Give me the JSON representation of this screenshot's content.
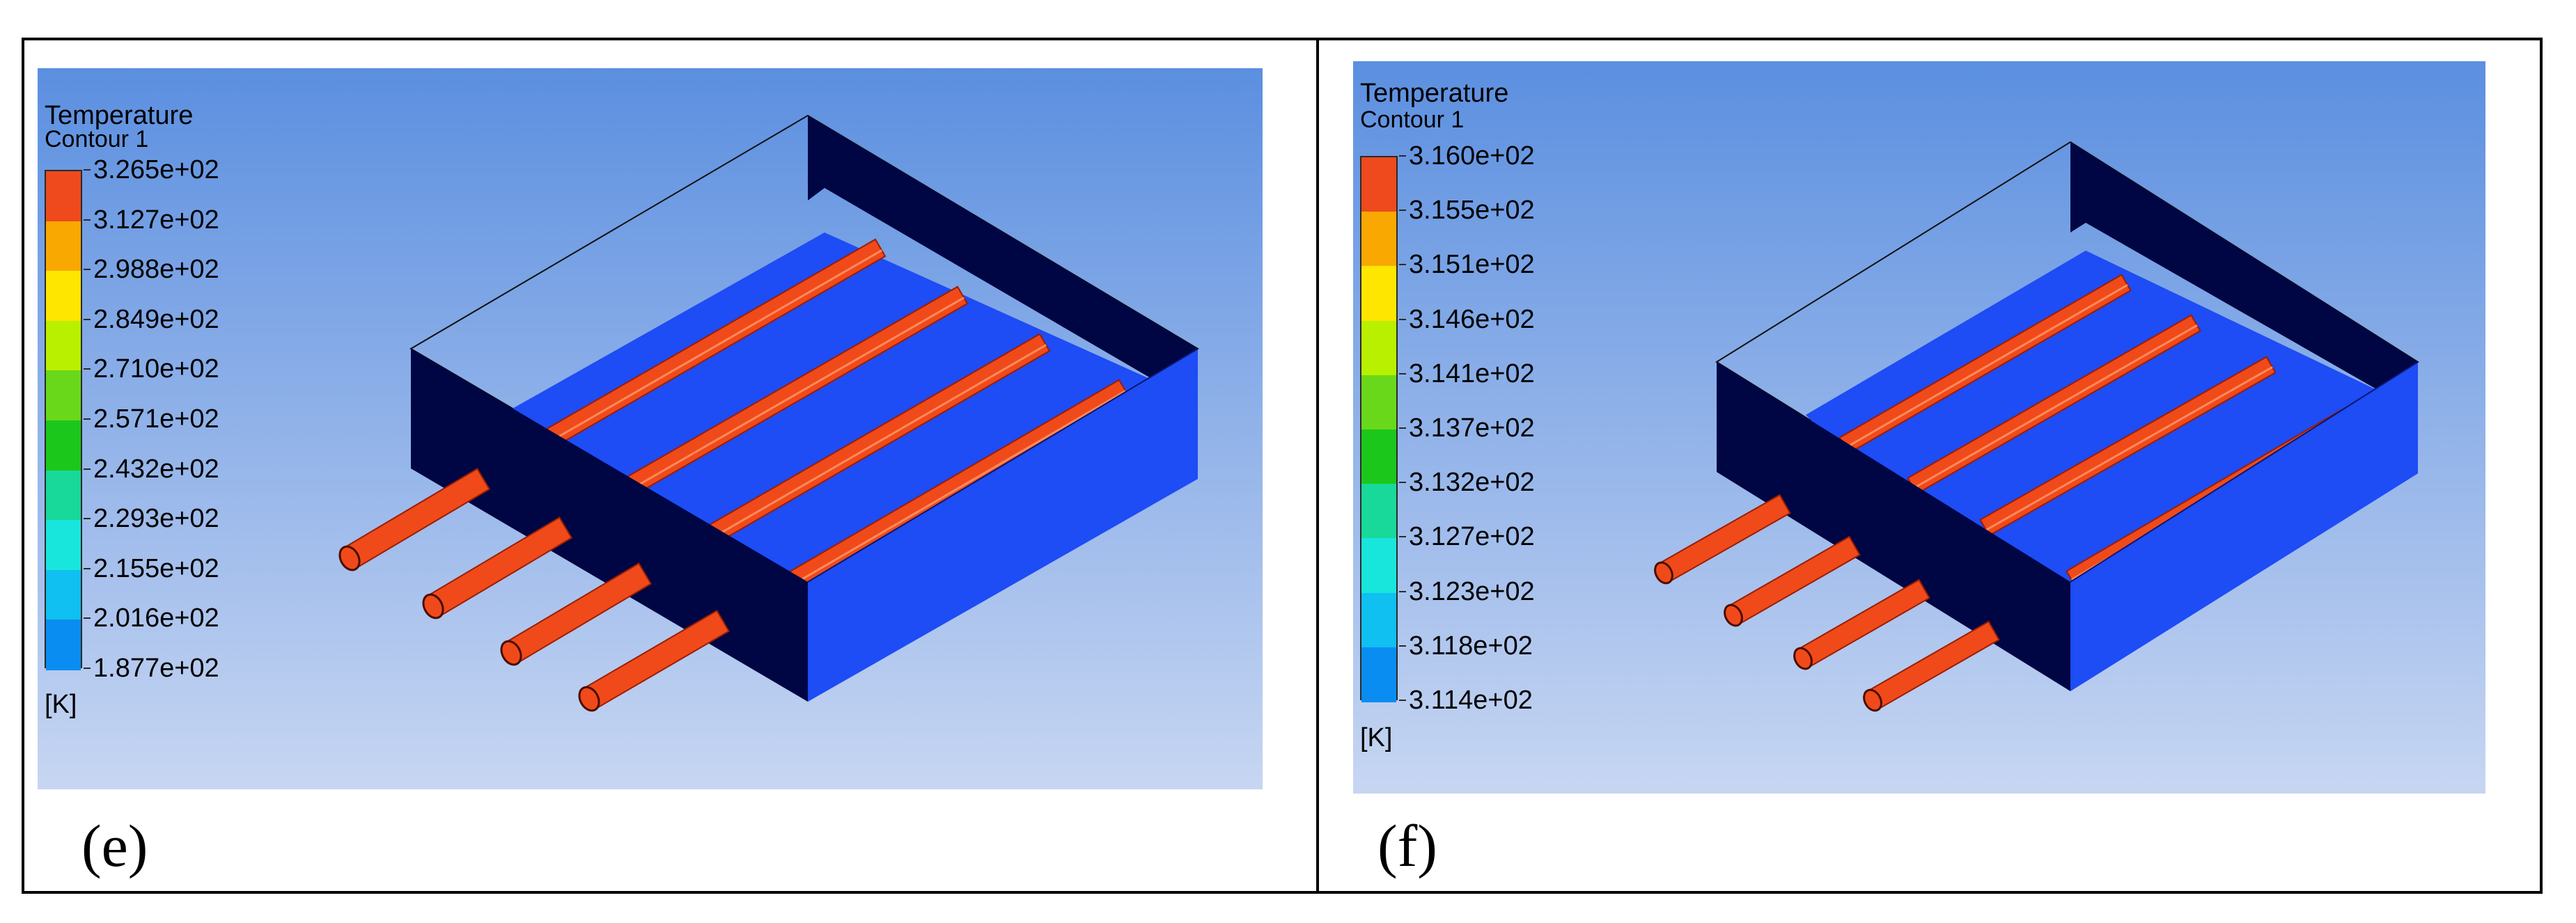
{
  "panels": [
    {
      "id": "e",
      "label": "(e)",
      "legend": {
        "title": "Temperature",
        "subtitle": "Contour 1",
        "unit": "[K]",
        "ticks": [
          "3.265e+02",
          "3.127e+02",
          "2.988e+02",
          "2.849e+02",
          "2.710e+02",
          "2.571e+02",
          "2.432e+02",
          "2.293e+02",
          "2.155e+02",
          "2.016e+02",
          "1.877e+02"
        ]
      }
    },
    {
      "id": "f",
      "label": "(f)",
      "legend": {
        "title": "Temperature",
        "subtitle": "Contour 1",
        "unit": "[K]",
        "ticks": [
          "3.160e+02",
          "3.155e+02",
          "3.151e+02",
          "3.146e+02",
          "3.141e+02",
          "3.137e+02",
          "3.132e+02",
          "3.127e+02",
          "3.123e+02",
          "3.118e+02",
          "3.114e+02"
        ]
      }
    }
  ],
  "colors": {
    "background_top": "#5b8fe0",
    "background_bottom": "#c7d6f2",
    "box_dark": "#000643",
    "floor_blue": "#1e4cf5",
    "pipe_orange": "#f04a1a",
    "pipe_edge": "#9a1d00",
    "colormap": [
      "#ee4a1e",
      "#f8a800",
      "#ffe600",
      "#b8f000",
      "#6ad81a",
      "#1cc71c",
      "#18d89a",
      "#18e6dc",
      "#0fc0f0",
      "#0a8df0",
      "#0a35f0"
    ]
  }
}
